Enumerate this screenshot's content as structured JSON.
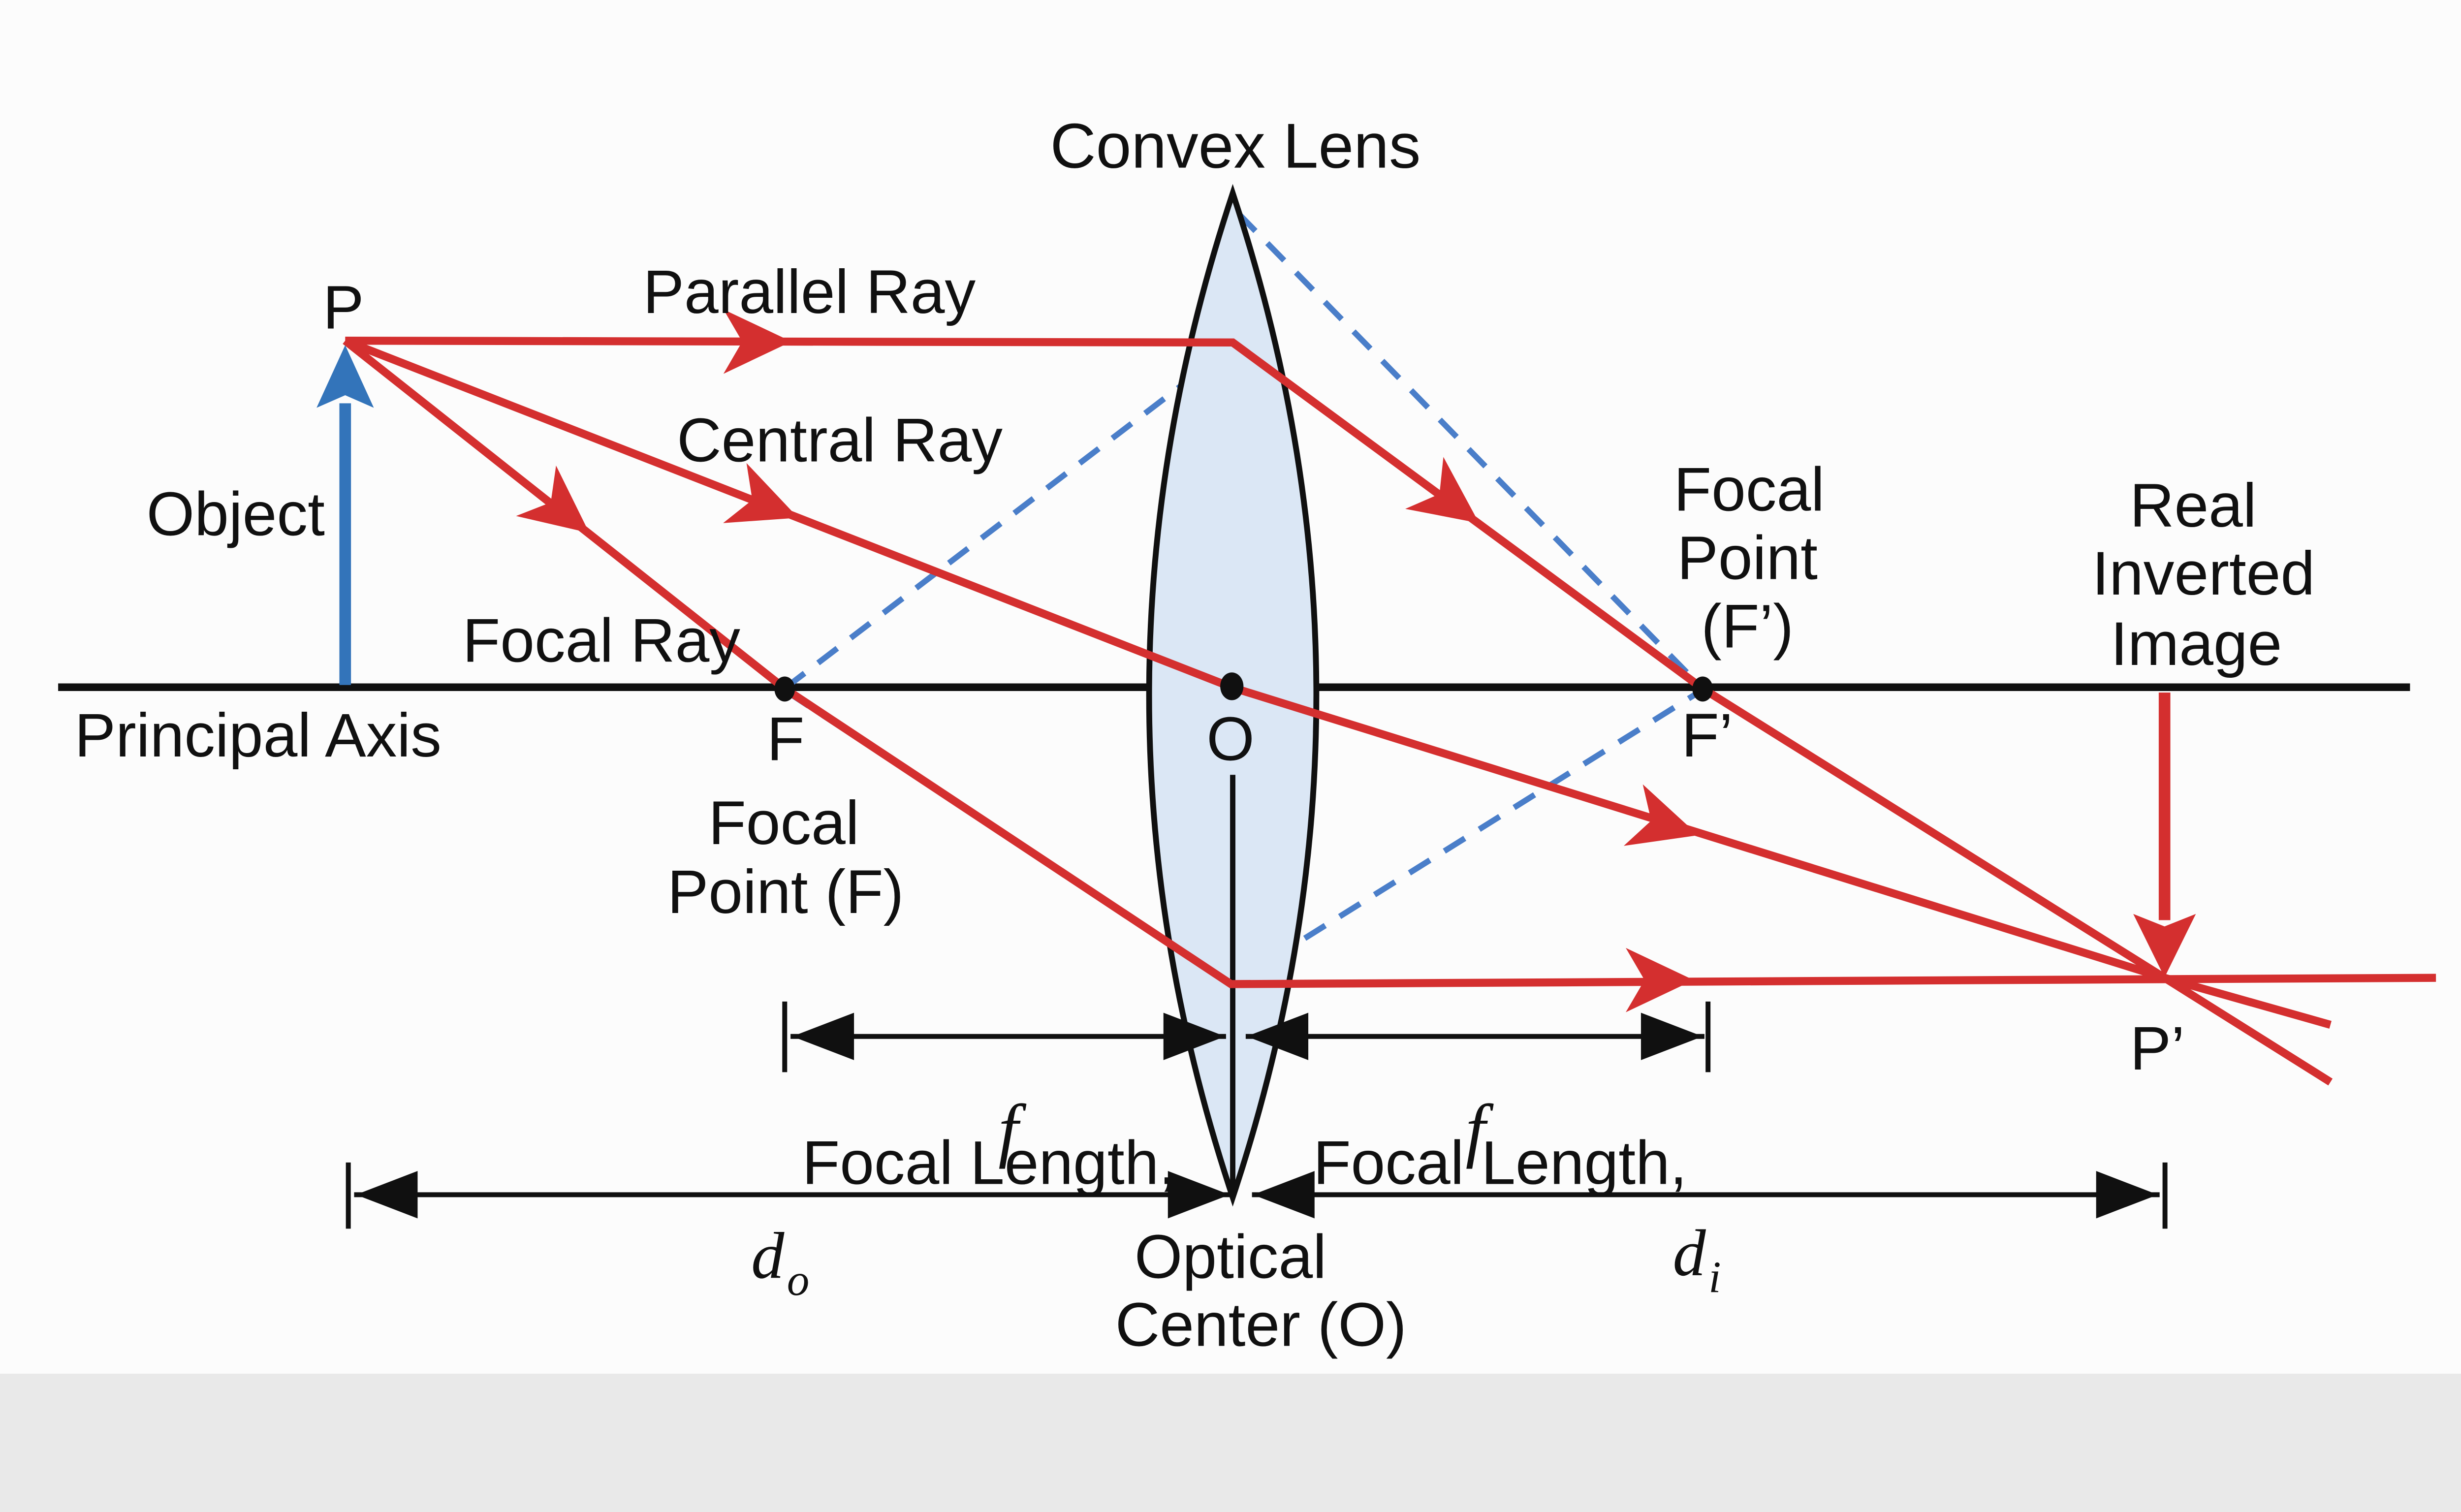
{
  "title": "Convex Lens",
  "labels": {
    "p": "P",
    "parallel_ray": "Parallel Ray",
    "central_ray": "Central Ray",
    "object": "Object",
    "focal_ray": "Focal Ray",
    "principal_axis": "Principal Axis",
    "f": "F",
    "focal_point_f_line1": "Focal",
    "focal_point_f_line2": "Point (F)",
    "o": "O",
    "f_prime": "F’",
    "focal_point_f_prime_line1": "Focal",
    "focal_point_f_prime_line2": "Point",
    "focal_point_f_prime_line3": "(F’)",
    "real_inverted_image_line1": "Real",
    "real_inverted_image_line2": "Inverted",
    "real_inverted_image_line3": "Image",
    "p_prime": "P’",
    "focal_length_symbol_left": "f",
    "focal_length_symbol_right": "f",
    "focal_length_left": "Focal Length,",
    "focal_length_right": "Focal Length,",
    "object_distance_symbol": "d",
    "object_distance_subscript": "o",
    "image_distance_symbol": "d",
    "image_distance_subscript": "i",
    "optical_center_line1": "Optical",
    "optical_center_line2": "Center (O)"
  },
  "colors": {
    "ray_red": "#d42f2f",
    "object_blue": "#3374ba",
    "construction_blue": "#4a7ec9",
    "lens_fill": "#dbe7f5",
    "ink": "#101010",
    "background": "#fcfcfc"
  }
}
